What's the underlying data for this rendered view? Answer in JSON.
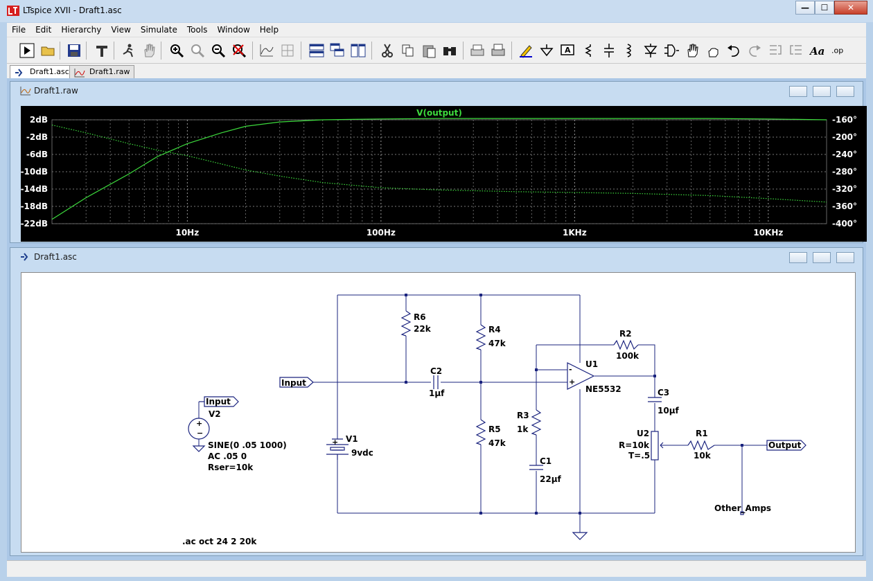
{
  "app": {
    "title": "LTspice XVII - Draft1.asc"
  },
  "window_controls": {
    "minimize": "—",
    "maximize": "☐",
    "close": "✕"
  },
  "menu": [
    "File",
    "Edit",
    "Hierarchy",
    "View",
    "Simulate",
    "Tools",
    "Window",
    "Help"
  ],
  "toolbar_icons": [
    "run-icon",
    "open-icon",
    "save-icon",
    "control-panel-icon",
    "halt-icon",
    "pan-hand-icon",
    "zoom-in-icon",
    "zoom-fit-icon",
    "zoom-out-icon",
    "zoom-cancel-icon",
    "autorange-icon",
    "grid-icon",
    "tile-horizontal-icon",
    "cascade-icon",
    "tile-vertical-icon",
    "cut-icon",
    "copy-icon",
    "paste-icon",
    "find-icon",
    "print-preview-icon",
    "print-icon",
    "draw-wire-icon",
    "ground-icon",
    "label-net-icon",
    "resistor-icon",
    "capacitor-icon",
    "inductor-icon",
    "diode-icon",
    "component-icon",
    "move-icon",
    "drag-icon",
    "undo-icon",
    "redo-icon",
    "rotate-icon",
    "mirror-icon",
    "text-icon",
    "spice-directive-icon"
  ],
  "tabs": [
    {
      "label": "Draft1.asc",
      "active": true
    },
    {
      "label": "Draft1.raw",
      "active": false
    }
  ],
  "waveform": {
    "window_title": "Draft1.raw",
    "trace_label": "V(output)",
    "left_ticks": [
      "2dB",
      "-2dB",
      "-6dB",
      "-10dB",
      "-14dB",
      "-18dB",
      "-22dB"
    ],
    "right_ticks": [
      "-160°",
      "-200°",
      "-240°",
      "-280°",
      "-320°",
      "-360°",
      "-400°"
    ],
    "x_ticks": [
      "10Hz",
      "100Hz",
      "1KHz",
      "10KHz"
    ],
    "trace_color": "#3ddc3d"
  },
  "chart_data": {
    "type": "line",
    "title": "V(output)",
    "x_scale": "log",
    "xlim_hz": [
      2,
      20000
    ],
    "ylim_db": [
      -22,
      2
    ],
    "y2lim_deg": [
      -400,
      -160
    ],
    "series": [
      {
        "name": "V(output)",
        "unit": "dB",
        "x": [
          2,
          3,
          5,
          7,
          10,
          15,
          20,
          30,
          50,
          100,
          200,
          500,
          1000,
          2000,
          5000,
          10000,
          20000
        ],
        "y": [
          -21,
          -16,
          -10.5,
          -6.5,
          -3.5,
          -1,
          0.5,
          1.5,
          2,
          2.2,
          2.3,
          2.3,
          2.3,
          2.3,
          2.3,
          2.2,
          2
        ]
      },
      {
        "name": "phase",
        "unit": "degrees",
        "style": "dotted",
        "x": [
          2,
          3,
          5,
          7,
          10,
          15,
          20,
          30,
          50,
          100,
          200,
          500,
          1000,
          2000,
          5000,
          10000,
          20000
        ],
        "y": [
          -172,
          -190,
          -215,
          -230,
          -243,
          -262,
          -276,
          -290,
          -305,
          -317,
          -322,
          -326,
          -328,
          -330,
          -335,
          -342,
          -350
        ]
      }
    ],
    "grid": true
  },
  "schematic": {
    "window_title": "Draft1.asc",
    "labels": {
      "r6": "R6",
      "r6_val": "22k",
      "r4": "R4",
      "r4_val": "47k",
      "r5": "R5",
      "r5_val": "47k",
      "r3": "R3",
      "r3_val": "1k",
      "r2": "R2",
      "r2_val": "100k",
      "r1": "R1",
      "r1_val": "10k",
      "c2": "C2",
      "c2_val": "1µf",
      "c3": "C3",
      "c3_val": "10µf",
      "c1": "C1",
      "c1_val": "22µf",
      "u1": "U1",
      "u1_val": "NE5532",
      "u2": "U2",
      "u2_r": "R=10k",
      "u2_t": "T=.5",
      "v1": "V1",
      "v1_val": "9vdc",
      "v2": "V2",
      "v2_l1": "SINE(0 .05 1000)",
      "v2_l2": "AC .05 0",
      "v2_l3": "Rser=10k",
      "input_port": "Input",
      "input_net": "Input",
      "output_port": "Output",
      "other_amps": "Other_Amps",
      "directive": ".ac oct 24 2 20k"
    }
  },
  "status": {
    "text": ""
  }
}
